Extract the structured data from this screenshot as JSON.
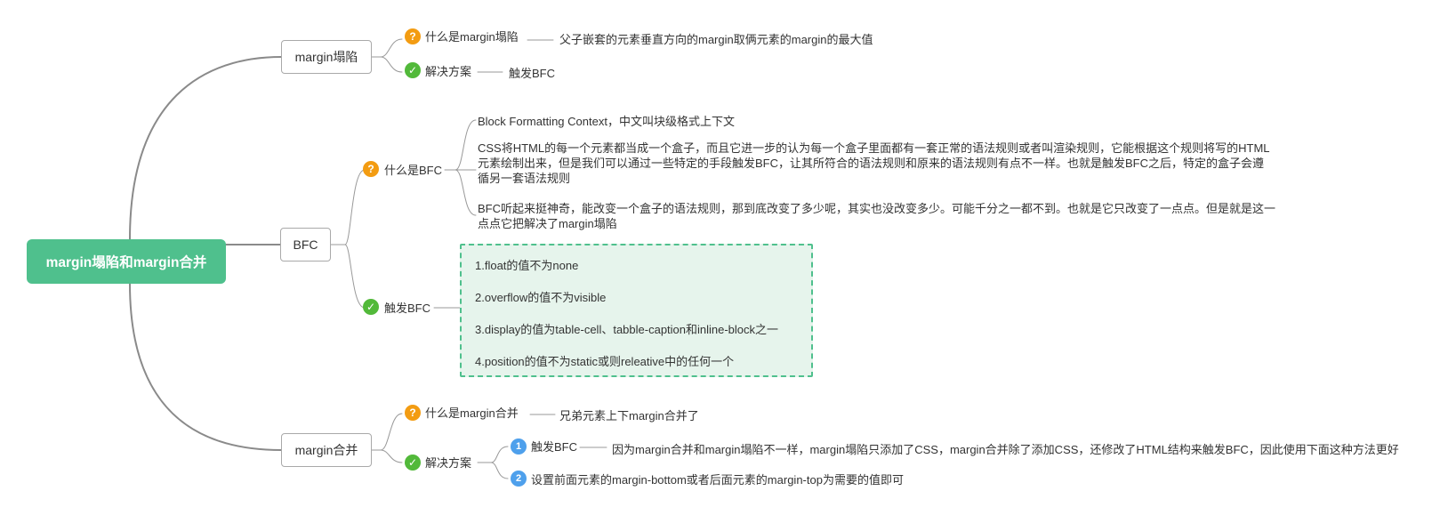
{
  "root": {
    "label": "margin塌陷和margin合并"
  },
  "collapse": {
    "label": "margin塌陷",
    "what": {
      "label": "什么是margin塌陷",
      "answer": "父子嵌套的元素垂直方向的margin取俩元素的margin的最大值"
    },
    "solution": {
      "label": "解决方案",
      "answer": "触发BFC"
    }
  },
  "bfc": {
    "label": "BFC",
    "what": {
      "label": "什么是BFC",
      "paragraphs": [
        "Block Formatting Context，中文叫块级格式上下文",
        "CSS将HTML的每一个元素都当成一个盒子，而且它进一步的认为每一个盒子里面都有一套正常的语法规则或者叫渲染规则，它能根据这个规则将写的HTML元素绘制出来，但是我们可以通过一些特定的手段触发BFC，让其所符合的语法规则和原来的语法规则有点不一样。也就是触发BFC之后，特定的盒子会遵循另一套语法规则",
        "BFC听起来挺神奇，能改变一个盒子的语法规则，那到底改变了多少呢，其实也没改变多少。可能千分之一都不到。也就是它只改变了一点点。但是就是这一点点它把解决了margin塌陷"
      ]
    },
    "trigger": {
      "label": "触发BFC",
      "items": [
        "1.float的值不为none",
        "2.overflow的值不为visible",
        "3.display的值为table-cell、tabble-caption和inline-block之一",
        "4.position的值不为static或则releative中的任何一个"
      ]
    }
  },
  "merge": {
    "label": "margin合并",
    "what": {
      "label": "什么是margin合并",
      "answer": "兄弟元素上下margin合并了"
    },
    "solution": {
      "label": "解决方案",
      "options": [
        {
          "num": "1",
          "label": "触发BFC",
          "detail": "因为margin合并和margin塌陷不一样，margin塌陷只添加了CSS，margin合并除了添加CSS，还修改了HTML结构来触发BFC，因此使用下面这种方法更好"
        },
        {
          "num": "2",
          "label": "设置前面元素的margin-bottom或者后面元素的margin-top为需要的值即可"
        }
      ]
    }
  },
  "colors": {
    "root_bg": "#4fc08d",
    "question_icon": "#f39c12",
    "check_icon": "#52b93a",
    "number_icon": "#4ea0ec",
    "connector": "#999999",
    "note_bg": "#e6f4ec"
  },
  "icons": {
    "question": "question-icon",
    "check": "check-icon",
    "number": "number-badge"
  }
}
